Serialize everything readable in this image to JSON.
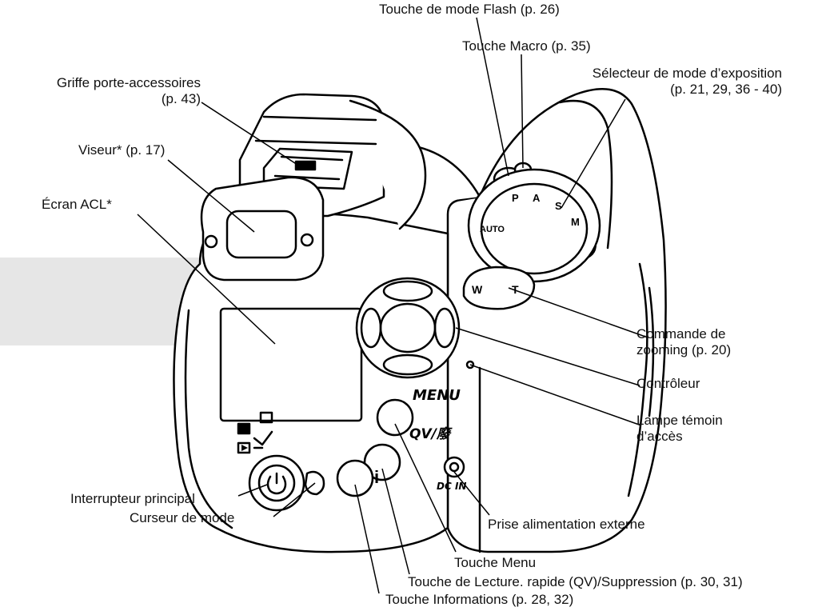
{
  "camera_markings": {
    "menu": "MENU",
    "qv": "QV/廢",
    "info": "i",
    "dc_in": "DC IN",
    "zoom_w": "W",
    "zoom_t": "T",
    "dial_auto": "AUTO",
    "dial_p": "P",
    "dial_a": "A",
    "dial_s": "S",
    "dial_m": "M"
  },
  "labels": [
    {
      "id": "flash",
      "lines": [
        "Touche de mode Flash (p. 26)"
      ]
    },
    {
      "id": "macro",
      "lines": [
        "Touche Macro (p. 35)"
      ]
    },
    {
      "id": "exposure",
      "lines": [
        "Sélecteur de mode d’exposition",
        "(p. 21, 29, 36 - 40)"
      ]
    },
    {
      "id": "shoe",
      "lines": [
        "Griffe porte-accessoires",
        "(p. 43)"
      ]
    },
    {
      "id": "viewfinder",
      "lines": [
        "Viseur* (p. 17)"
      ]
    },
    {
      "id": "lcd",
      "lines": [
        "Écran ACL*"
      ]
    },
    {
      "id": "zoom",
      "lines": [
        "Commande de",
        "zooming (p. 20)"
      ]
    },
    {
      "id": "controller",
      "lines": [
        "Contrôleur"
      ]
    },
    {
      "id": "lamp",
      "lines": [
        "Lampe témoin",
        "d’accès"
      ]
    },
    {
      "id": "power",
      "lines": [
        "Interrupteur principal"
      ]
    },
    {
      "id": "mode",
      "lines": [
        "Curseur de mode"
      ]
    },
    {
      "id": "dcin",
      "lines": [
        "Prise alimentation externe"
      ]
    },
    {
      "id": "menu",
      "lines": [
        "Touche Menu"
      ]
    },
    {
      "id": "qvdel",
      "lines": [
        "Touche de Lecture. rapide (QV)/Suppression (p. 30, 31)"
      ]
    },
    {
      "id": "info",
      "lines": [
        "Touche Informations (p. 28, 32)"
      ]
    }
  ]
}
